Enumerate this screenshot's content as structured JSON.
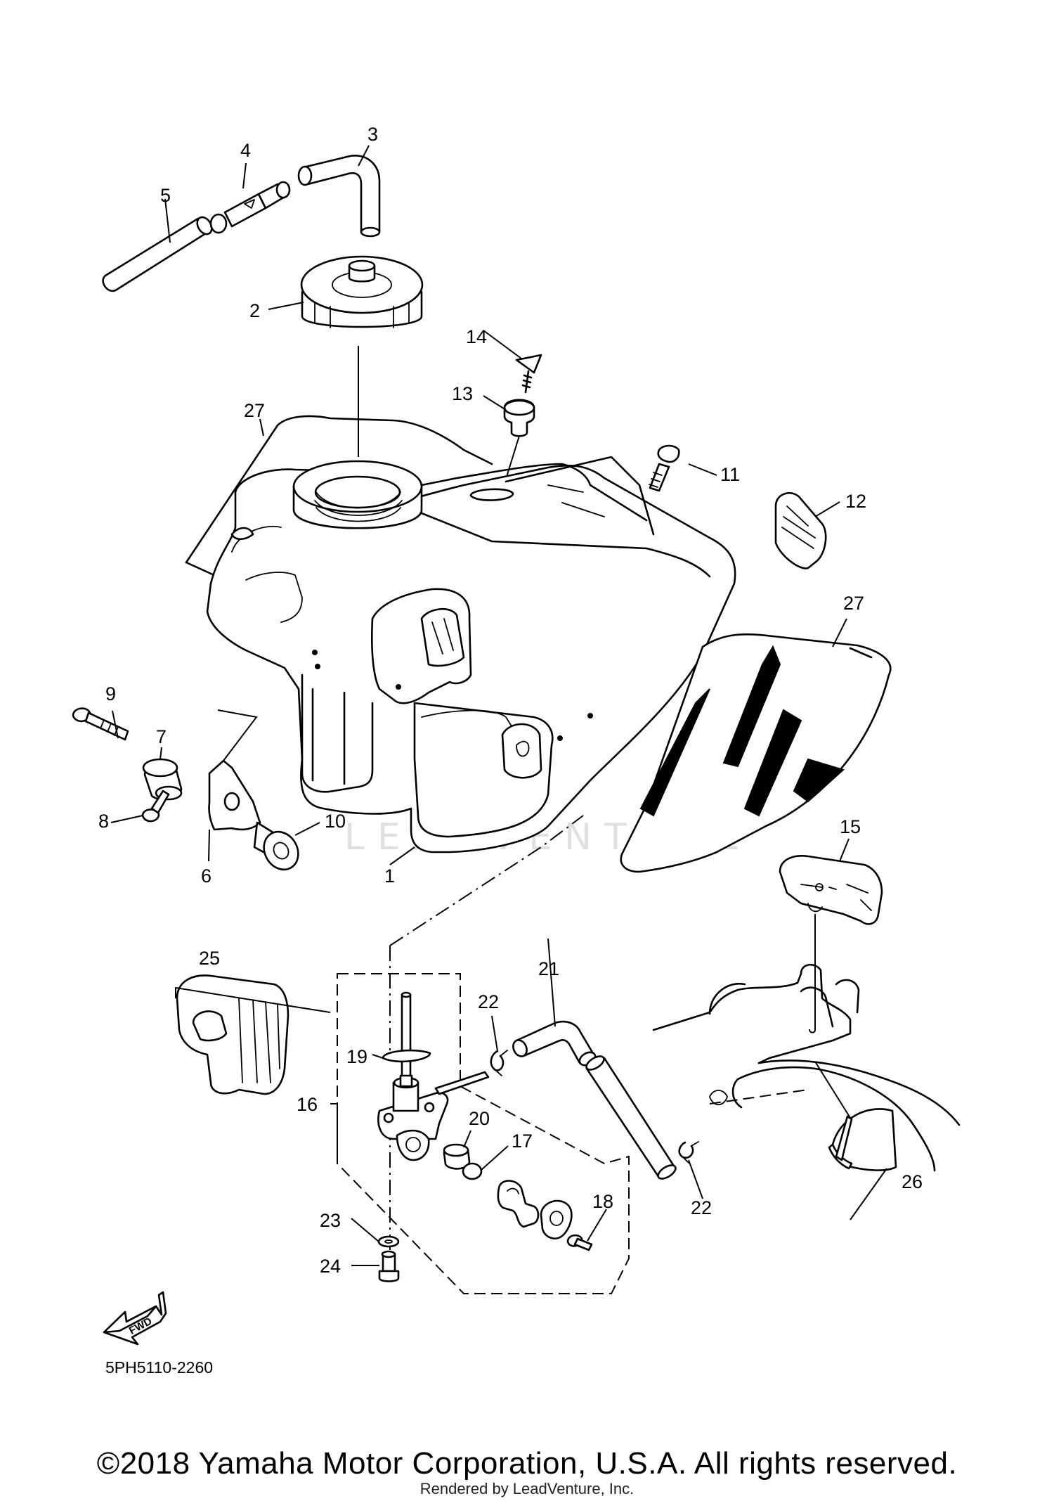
{
  "diagram": {
    "part_code": "5PH5110-2260",
    "fwd_label": "FWD",
    "watermark": "LEADVENTURE",
    "copyright": "©2018 Yamaha Motor Corporation, U.S.A. All rights reserved.",
    "rendered_by": "Rendered by LeadVenture, Inc.",
    "callouts": [
      "1",
      "2",
      "3",
      "4",
      "5",
      "6",
      "7",
      "8",
      "9",
      "10",
      "11",
      "12",
      "13",
      "14",
      "15",
      "16",
      "17",
      "18",
      "19",
      "20",
      "21",
      "22",
      "22",
      "23",
      "24",
      "25",
      "26",
      "27",
      "27"
    ]
  }
}
